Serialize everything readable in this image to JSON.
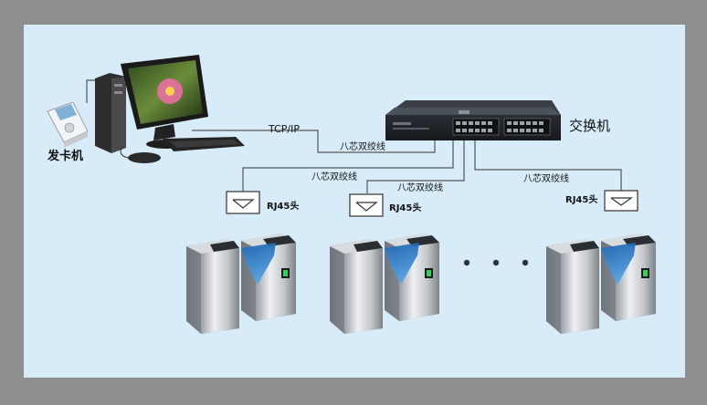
{
  "labels": {
    "card_issuer": "发卡机",
    "switch": "交换机",
    "tcpip": "TCP/IP",
    "cable_main": "八芯双绞线",
    "cable_left": "八芯双绞线",
    "cable_mid": "八芯双绞线",
    "cable_right": "八芯双绞线",
    "rj45_left": "RJ45头",
    "rj45_mid": "RJ45头",
    "rj45_right": "RJ45头"
  },
  "colors": {
    "panel": "#d7ecf8",
    "frame": "#8e8e8e",
    "line": "#555555",
    "gate_wing": "#2f7fc8",
    "indicator": "#2fd35a"
  },
  "icons": {
    "computer": "desktop-computer-icon",
    "card_reader": "card-reader-icon",
    "switch": "network-switch-icon",
    "rj45": "rj45-jack-icon",
    "gate": "flap-barrier-gate-icon"
  }
}
